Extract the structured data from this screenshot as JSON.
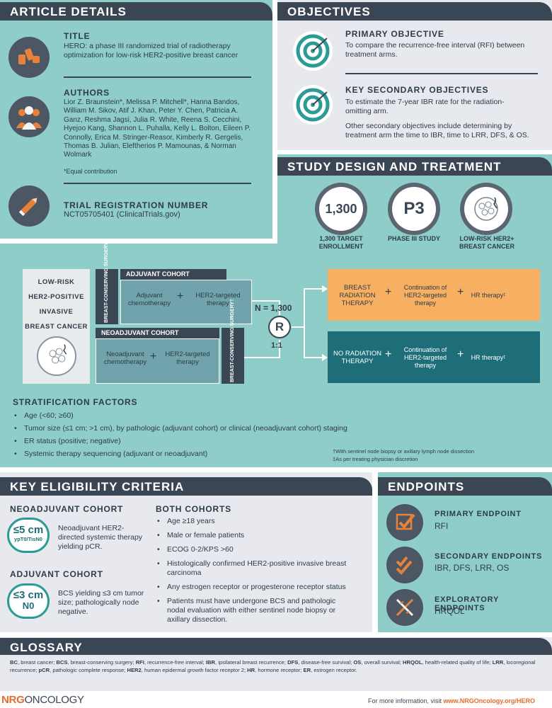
{
  "article": {
    "header": "ARTICLE DETAILS",
    "title_label": "TITLE",
    "title_text": "HERO: a phase III randomized trial of radiotherapy optimization for low-risk HER2-positive breast cancer",
    "authors_label": "AUTHORS",
    "authors_text": "Lior Z. Braunstein*, Melissa P. Mitchell*, Hanna Bandos, William M. Sikov, Atif J. Khan, Peter Y. Chen, Patricia A. Ganz, Reshma Jagsi, Julia R. White, Reena S. Cecchini, Hyejoo Kang, Shannon L. Puhalla, Kelly L. Bolton, Eileen P. Connolly, Erica M. Stringer-Reasor, Kimberly R. Gergelis, Thomas B. Julian, Eleftherios P. Mamounas, & Norman Wolmark",
    "equal_note": "*Equal contribution",
    "reg_label": "TRIAL REGISTRATION NUMBER",
    "reg_text": "NCT05705401 (ClinicalTrials.gov)"
  },
  "objectives": {
    "header": "OBJECTIVES",
    "primary_label": "PRIMARY OBJECTIVE",
    "primary_text": "To compare the recurrence-free interval (RFI) between treatment arms.",
    "secondary_label": "KEY SECONDARY OBJECTIVES",
    "secondary_text": "To estimate the 7-year IBR rate for the radiation-omitting arm.",
    "other_text": "Other secondary objectives include determining by treatment arm the time to IBR, time to LRR, DFS, & OS."
  },
  "design": {
    "header": "STUDY DESIGN AND TREATMENT",
    "stat1_value": "1,300",
    "stat1_label": "1,300 TARGET ENROLLMENT",
    "stat2_value": "P3",
    "stat2_label": "PHASE III STUDY",
    "stat3_label": "LOW-RISK HER2+ BREAST CANCER",
    "population": [
      "LOW-RISK",
      "HER2-POSITIVE",
      "INVASIVE",
      "BREAST CANCER"
    ],
    "surgery_label": "BREAST-CONSERVING SURGERY",
    "surgery_mark": "†",
    "adjuvant_header": "ADJUVANT COHORT",
    "adjuvant_chemo": "Adjuvant chemotherapy",
    "her2_therapy": "HER2-targeted therapy",
    "neo_header": "NEOADJUVANT COHORT",
    "neo_chemo": "Neoadjuvant chemotherapy",
    "n_label": "N = 1,300",
    "r_label": "R",
    "ratio": "1:1",
    "arm1_rt": "BREAST RADIATION THERAPY",
    "arm2_rt": "NO RADIATION THERAPY",
    "continuation": "Continuation of HER2-targeted therapy",
    "hr_therapy": "HR therapy",
    "hr_mark": "‡",
    "plus": "+",
    "strat_header": "STRATIFICATION FACTORS",
    "strat_items": [
      "Age (<60; ≥60)",
      "Tumor size (≤1 cm; >1 cm), by pathologic (adjuvant cohort) or clinical (neoadjuvant cohort) staging",
      "ER status (positive; negative)",
      "Systemic therapy sequencing (adjuvant or neoadjuvant)"
    ],
    "footnote1": "†With sentinel node biopsy or axillary lymph node dissection",
    "footnote2": "‡As per treating physician discretion"
  },
  "eligibility": {
    "header": "KEY ELIGIBILITY CRITERIA",
    "neo_label": "NEOADJUVANT COHORT",
    "neo_badge_main": "≤5 cm",
    "neo_badge_sub": "ypT0/TisN0",
    "neo_text": "Neoadjuvant HER2-directed systemic therapy yielding pCR.",
    "adj_label": "ADJUVANT COHORT",
    "adj_badge_main": "≤3 cm",
    "adj_badge_sub": "N0",
    "adj_text": "BCS yielding ≤3 cm tumor size; pathologically node negative.",
    "both_label": "BOTH COHORTS",
    "both_items": [
      "Age ≥18 years",
      "Male or female patients",
      "ECOG 0-2/KPS >60",
      "Histologically confirmed HER2-positive invasive breast carcinoma",
      "Any estrogen receptor or progesterone receptor status",
      "Patients must have undergone BCS and pathologic nodal evaluation with either sentinel node biopsy or axillary dissection."
    ]
  },
  "endpoints": {
    "header": "ENDPOINTS",
    "primary_label": "PRIMARY ENDPOINT",
    "primary_text": "RFI",
    "secondary_label": "SECONDARY ENDPOINTS",
    "secondary_text": "IBR, DFS, LRR, OS",
    "exploratory_label": "EXPLORATORY ENDPOINTS",
    "exploratory_text": "HRQOL"
  },
  "glossary": {
    "header": "GLOSSARY",
    "entries": [
      {
        "term": "BC",
        "def": ", breast cancer; "
      },
      {
        "term": "BCS",
        "def": ", breast-conserving surgery; "
      },
      {
        "term": "RFI",
        "def": ", recurrence-free interval; "
      },
      {
        "term": "IBR",
        "def": ", ipsilateral breast recurrence; "
      },
      {
        "term": "DFS",
        "def": ", disease-free survival; "
      },
      {
        "term": "OS",
        "def": ", overall survival; "
      },
      {
        "term": "HRQOL",
        "def": ", health-related quality of life; "
      },
      {
        "term": "LRR",
        "def": ", locoregional recurrence; "
      },
      {
        "term": "pCR",
        "def": ", pathologic complete response; "
      },
      {
        "term": "HER2",
        "def": ", human epidermal growth factor receptor 2; "
      },
      {
        "term": "HR",
        "def": ", hormone receptor; "
      },
      {
        "term": "ER",
        "def": ", estrogen receptor."
      }
    ]
  },
  "footer": {
    "logo_nrg": "NRG",
    "logo_oncology": "ONCOLOGY",
    "more_info": "For more information, visit ",
    "url": "www.NRGOncology.org/HERO"
  },
  "colors": {
    "teal": "#8fcdc9",
    "dark": "#3a4654",
    "orange": "#f7b062",
    "dark_teal": "#1e6e7a",
    "icon_orange": "#e8823a"
  }
}
